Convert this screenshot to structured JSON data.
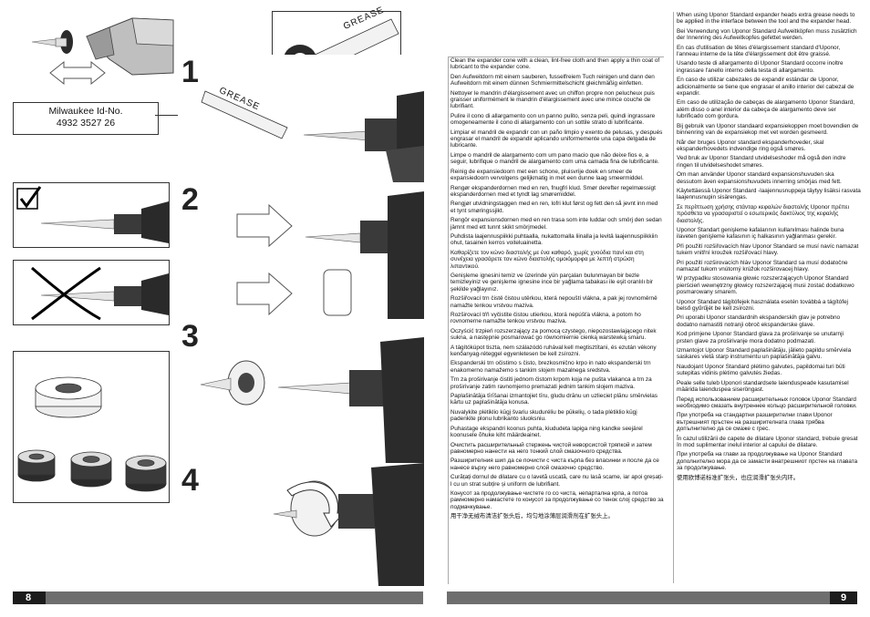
{
  "milwaukee_label": {
    "line1": "Milwaukee Id-No.",
    "line2": "4932 3527 26"
  },
  "grease_label": "GREASE",
  "steps": [
    "1",
    "2",
    "3",
    "4"
  ],
  "page_left": "8",
  "page_right": "9",
  "middle_column": [
    "Clean the expander cone with a clean, lint-free cloth and then apply a thin coat of lubricant to the expander cone.",
    "Den Aufweitdorn mit einem sauberen, fusselfreiem Tuch reinigen und dann den Aufweitdorn mit einem dünnen Schmiermittelschicht gleichmäßig einfetten.",
    "Nettoyer le mandrin d'élargissement avec un chiffon propre non pelucheux puis graisser uniformément le mandrin d'élargissement avec une mince couche de lubrifiant.",
    "Pulire il cono di allargamento con un panno pulito, senza peli, quindi ingrassare omogeneamente il cono di allargamento con un sottile strato di lubrificante.",
    "Limpiar el mandril de expandir con un paño limpio y exento de pelusas, y después engrasar el mandril de expandir aplicando uniformemente una capa delgada de lubricante.",
    "Limpe o mandril de alargamento com um pano macio que não deixe fios e, a seguir, lubrifique o mandril de alargamento com uma camada fina de lubrificante.",
    "Reinig de expansiedoorn met een schone, pluisvrije doek en smeer de expansiedoorn vervolgens gelijkmatig in met een dunne laag smeermiddel.",
    "Rengør ekspanderdornen med en ren, fnugfri klud. Smør derefter regelmæssigt ekspanderdornen med et tyndt lag smøremiddel.",
    "Rengjør utvidningstaggen med en ren, lofri klut først og fett den så jevnt inn med et tynt smøringssjikt.",
    "Rengör expansionsdornen med en ren trasa som inte luddar och smörj den sedan jämnt med ett tunnt skikt smörjmedel.",
    "Puhdista laajennuspiikki puhtaalla, nukattomalla liinalla ja levitä laajennuspiikkiin ohut, tasainen kerros voiteluainetta.",
    "Καθαρίζετε τον κώνο διαστολής με ένα καθαρό, χωρίς χνούδια πανί και στη συνέχεια γρασάρετε τον κώνο διαστολής ομοιόμορφα με λεπτή στρώση λιπαντικού.",
    "Genişleme ignesini temiz ve üzerinde yün parçaları bulunmayan bir bezle temizleyiniz ve genişleme ignesine ince bir yağlama tabakası ile eşit oranlılı bir şekilde yağlayınız.",
    "Rozšiřovací trn čistě čistou utěrkou, která nepouští vlákna, a pak jej rovnoměrně namažte tenkou vrstvou maziva.",
    "Rozširovací tŕň vyčistite čistou utierkou, ktorá nepúšťa vlákna, a potom ho rovnomerne namažte tenkou vrstvou maziva.",
    "Oczyścić trzpień rozszerzający za pomocą czystego, niepozostawiającego nitek sukna, a następnie posmarować go równomiernie cienką warstewką smaru.",
    "A tágítókúpot tiszta, nem szálazódó ruhával kell megtisztítani, és ezután vékony kenőanyag-réteggel egyenletesen be kell zsírozni.",
    "Ekspanderski trn očistimo s čisto, brezkosmično krpo in nato ekspanderski trn enakomerno namažemo s tankim slojem mazalnega sredstva.",
    "Trn za proširivanje čistiti jednom čistom krpom koja ne pušta vlakanca a trn za proširivanje zatim ravnomjerno premazati jednim tankim slojem maziva.",
    "Paplašinātāja tīrīšanai izmantojiet tīru, gludu drānu un uzlieciet plānu smērvielas kārtu uz paplašinātāja konusa.",
    "Nuvalykite plėtiklio kūgį švariu skuduréliu be pūkelių, o tada plėtiklio kūgį padenkite plonu lubrikanto sluoksniu.",
    "Puhastage ekspandri koonus puhta, kiududeta lapiga ning kandke seejärel koonusele õhuke kiht määrdeainet.",
    "Очистить расширительный стержень чистой неворсистой тряпкой и затем равномерно нанести на него тонкий слой смазочного средства.",
    "Разширителния шип да се почисти с чиста кърпа без власинки и после да се нанесе върху него равномерно слой смазочно средство.",
    "Curățați dornul de dilatare cu o lavetă uscată, care nu lasă scame, iar apoi greșați-l cu un strat subțire și uniform de lubrifiant.",
    "Конусот за продолжување чистете го со чиста, непартална крпа, а потоа рамномерно намастете го конусот за продолжување со тенок слој средство за подмачкување.",
    "用干净无绒布清洁扩张头后，均匀地涂薄层润滑剂在扩张头上。"
  ],
  "right_column": [
    "When using Uponor Standard expander heads extra grease needs to be applied in the interface between the tool and the expander head.",
    "Bei Verwendung von Uponor Standard Aufweitköpfen muss zusätzlich der Innenring des Aufweitkopfes gefettet werden.",
    "En cas d'utilisation de têtes d'élargissement standard d'Uponor, l'anneau interne de la tête d'élargissement doit être graissé.",
    "Usando teste di allargamento di Uponor Standard occorre inoltre ingrassare l'anello interno della testa di allargamento.",
    "En caso de utilizar cabezales de expandir estándar de Uponor, adicionalmente se tiene que engrasar el anillo interior del cabezal de expandir.",
    "Em caso de utilização de cabeças de alargamento Uponor Standard, além disso o anel interior da cabeça de alargamento deve ser lubrificado com gordura.",
    "Bij gebruik van Uponor standaard expansiekoppen moet bovendien de binnenring van de expansiekop met vet worden gesmeerd.",
    "Når der bruges Uponor standard ekspanderhoveder, skal ekspanderhovedets indvendige ring også smøres.",
    "Ved bruk av Uponor Standard utvidelseshoder må også den indre ringen til utvidelseshodet smøres.",
    "Om man använder Uponor standard expansionshuvuden ska dessutom även expansionshuvudets innerring smörjas med fett.",
    "Käytettäessä Uponor Standard -laajennusnuppeja täytyy lisäksi rasvata laajennusnupin sisärengas.",
    "Σε περίπτωση χρήσης στάνταρ κεφαλών διαστολής Uponor πρέπει πρόσθετα να γρασαριστεί ο εσωτερικός δακτύλιος της κεφαλής διαστολής.",
    "Uponor Standart genişleme kafalarının kullanılması halinde buna ilaveten genişleme kafasının iç halkasının yağlanması gerekir.",
    "Při použití rozšiřovacích hlav Uponor Standard se musí navíc namazat tukem vnitřní kroužek rozšiřovací hlavy.",
    "Pri použití rozširovacích hláv Uponor Standard sa musí dodatočne namazať tukom vnútorný krúžok rozširovacej hlavy.",
    "W przypadku stosowania głowic rozszerzających Uponor Standard pierścień wewnętrzny głowicy rozszerzającej musi zostać dodatkowo posmarowany smarem.",
    "Uponor Standard tágítófejek használata esetén továbbá a tágítófej belső gyűrűjét be kell zsírozni.",
    "Pri uporabi Uponor standardnih ekspanderskih glav je potrebno dodatno namastiti notranji obroč ekspanderske glave.",
    "Kod primjene Uponor Standard glava za proširivanje se unutarnji prsten glave za proširivanje mora dodatno podmazati.",
    "Izmantojot Uponor Standard paplašinātāju, jālieto papildu smērviela saskares vietā starp instrumentu un paplašinātāja galvu.",
    "Naudojant Uponor Standard plėtimo galvutes, papildomai turi būti sutepitas vidinis plėtimo galvutės žiedas.",
    "Peale selle tuleb Uponori standardsete laienduspeade kasutamisel määrida laienduspea siseröngast.",
    "Перед использованием расширительных головок Uponor Standard необходимо смазать внутреннее кольцо расширительной головки.",
    "При употреба на стандартни разширителни глави Uponor вътрешният пръстен на разширителната глава трябва допълнително да се смаже с грес.",
    "În cazul utilizării de capete de dilatare Uponor standard, trebuie gresat în mod suplimentar inelul interior al capului de dilatare.",
    "При употреба на глави за продолжување на Uponor Standard дополнително мора да се замасти внатрешниот прстен на главата за продолжување.",
    "使用欧博诺标准扩张头，也应润滑扩张头内环。"
  ]
}
